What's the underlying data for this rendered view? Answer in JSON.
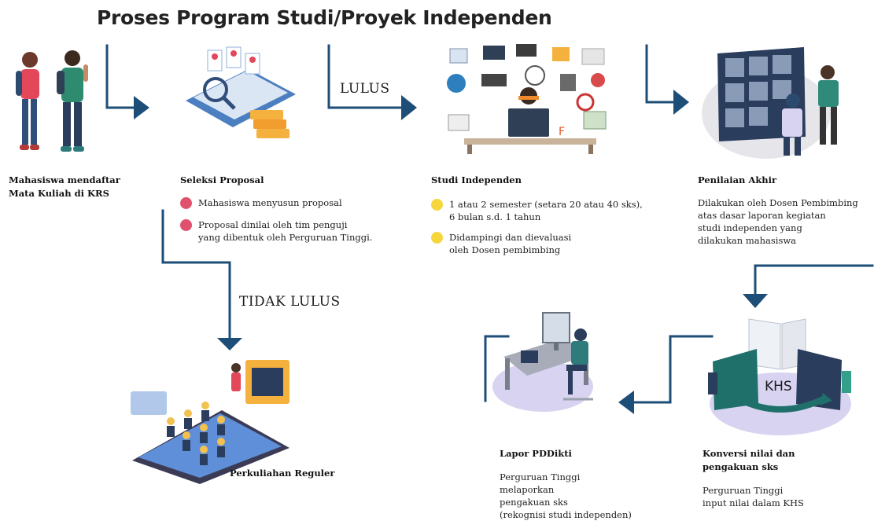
{
  "title": "Proses Program Studi/Proyek Independen",
  "colors": {
    "navy": "#1d4e77",
    "pink": "#e0516e",
    "yellow": "#f5d63d",
    "purple": "#d7d3f0",
    "teal": "#1f6f6a"
  },
  "flow_labels": {
    "pass": "LULUS",
    "fail": "TIDAK LULUS"
  },
  "stages": {
    "register": {
      "title_line1": "Mahasiswa mendaftar",
      "title_line2": "Mata Kuliah di KRS"
    },
    "selection": {
      "title": "Seleksi Proposal",
      "bullets": [
        "Mahasiswa menyusun proposal",
        "Proposal dinilai oleh tim penguji",
        "yang dibentuk oleh Perguruan Tinggi."
      ]
    },
    "study": {
      "title": "Studi Independen",
      "bullets": [
        "1 atau 2 semester (setara 20 atau 40 sks),",
        "6 bulan s.d. 1 tahun",
        "Didampingi dan dievaluasi",
        "oleh Dosen pembimbing"
      ]
    },
    "assessment": {
      "title": "Penilaian Akhir",
      "lines": [
        "Dilakukan oleh Dosen Pembimbing",
        "atas dasar laporan kegiatan",
        "studi independen yang",
        "dilakukan mahasiswa"
      ]
    },
    "conversion": {
      "title_line1": "Konversi nilai dan",
      "title_line2": "pengakuan sks",
      "lines": [
        "Perguruan Tinggi",
        "input nilai dalam KHS"
      ],
      "badge": "KHS"
    },
    "report": {
      "title": "Lapor PDDikti",
      "lines": [
        "Perguruan Tinggi",
        "melaporkan",
        "pengakuan sks",
        "(rekognisi studi independen)"
      ]
    },
    "regular": {
      "title": "Perkuliahan Reguler"
    }
  }
}
